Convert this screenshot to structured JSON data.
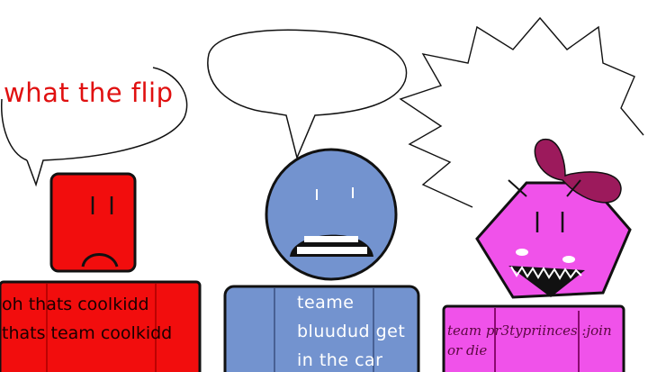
{
  "speech": {
    "red": "what the flip"
  },
  "captions": {
    "red": [
      "oh thats coolkidd",
      "thats team coolkidd"
    ],
    "blue": [
      "teame",
      "bluudud get",
      "in the car"
    ],
    "pink": [
      "team pr3typriinces :join",
      "or die"
    ]
  },
  "colors": {
    "red": "#f20d0d",
    "blue": "#7393cf",
    "pink": "#f052ea",
    "bow": "#9c1a5c"
  }
}
